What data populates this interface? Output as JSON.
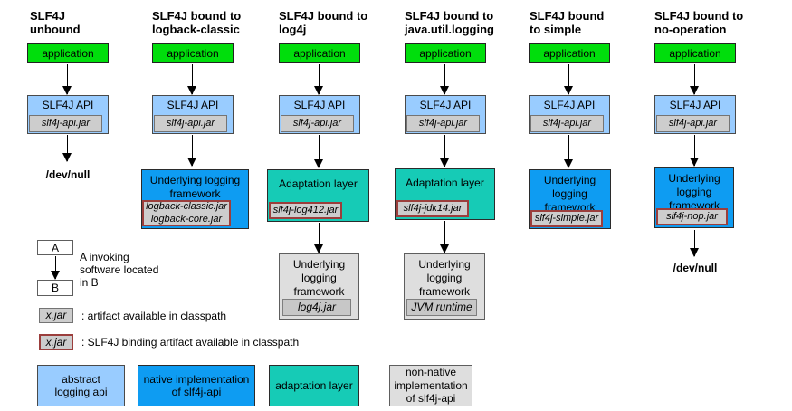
{
  "colors": {
    "application_green": "#00DE0C",
    "abstract_api_light_blue": "#99CCFF",
    "native_impl_blue": "#0E9CF2",
    "adaptation_teal": "#16CBB6",
    "non_native_gray": "#DEDEDE",
    "jar_chip_gray": "#CDCDCD",
    "binding_border_red": "#9B3E3C"
  },
  "columns": [
    {
      "title": "SLF4J\nunbound",
      "app": "application",
      "api": "SLF4J API",
      "api_jar": "slf4j-api.jar",
      "terminal": "/dev/null"
    },
    {
      "title": "SLF4J bound to\nlogback-classic",
      "app": "application",
      "api": "SLF4J API",
      "api_jar": "slf4j-api.jar",
      "framework": {
        "label": "Underlying logging\nframework",
        "jar": "logback-classic.jar\nlogback-core.jar"
      }
    },
    {
      "title": "SLF4J bound to\nlog4j",
      "app": "application",
      "api": "SLF4J API",
      "api_jar": "slf4j-api.jar",
      "adaptation": {
        "label": "Adaptation layer",
        "jar": "slf4j-log412.jar"
      },
      "underlying": {
        "label": "Underlying\nlogging\nframework",
        "jar": "log4j.jar"
      }
    },
    {
      "title": "SLF4J bound to\njava.util.logging",
      "app": "application",
      "api": "SLF4J API",
      "api_jar": "slf4j-api.jar",
      "adaptation": {
        "label": "Adaptation layer",
        "jar": "slf4j-jdk14.jar"
      },
      "underlying": {
        "label": "Underlying\nlogging\nframework",
        "jar": "JVM runtime"
      }
    },
    {
      "title": "SLF4J bound\nto simple",
      "app": "application",
      "api": "SLF4J API",
      "api_jar": "slf4j-api.jar",
      "framework": {
        "label": "Underlying\nlogging\nframework",
        "jar": "slf4j-simple.jar"
      }
    },
    {
      "title": "SLF4J bound to\nno-operation",
      "app": "application",
      "api": "SLF4J API",
      "api_jar": "slf4j-api.jar",
      "framework": {
        "label": "Underlying\nlogging\nframework",
        "jar": "slf4j-nop.jar"
      },
      "terminal": "/dev/null"
    }
  ],
  "legend": {
    "invoke": {
      "a": "A",
      "b": "B",
      "text": "A invoking\nsoftware located\nin B"
    },
    "artifact": {
      "label": "x.jar",
      "desc": ": artifact available in classpath"
    },
    "binding": {
      "label": "x.jar",
      "desc": ": SLF4J binding artifact available in classpath"
    },
    "keys": [
      {
        "label": "abstract\nlogging api",
        "color": "#99CCFF"
      },
      {
        "label": "native implementation\nof slf4j-api",
        "color": "#0E9CF2"
      },
      {
        "label": "adaptation layer",
        "color": "#16CBB6"
      },
      {
        "label": "non-native\nimplementation\nof slf4j-api",
        "color": "#DEDEDE"
      }
    ]
  }
}
